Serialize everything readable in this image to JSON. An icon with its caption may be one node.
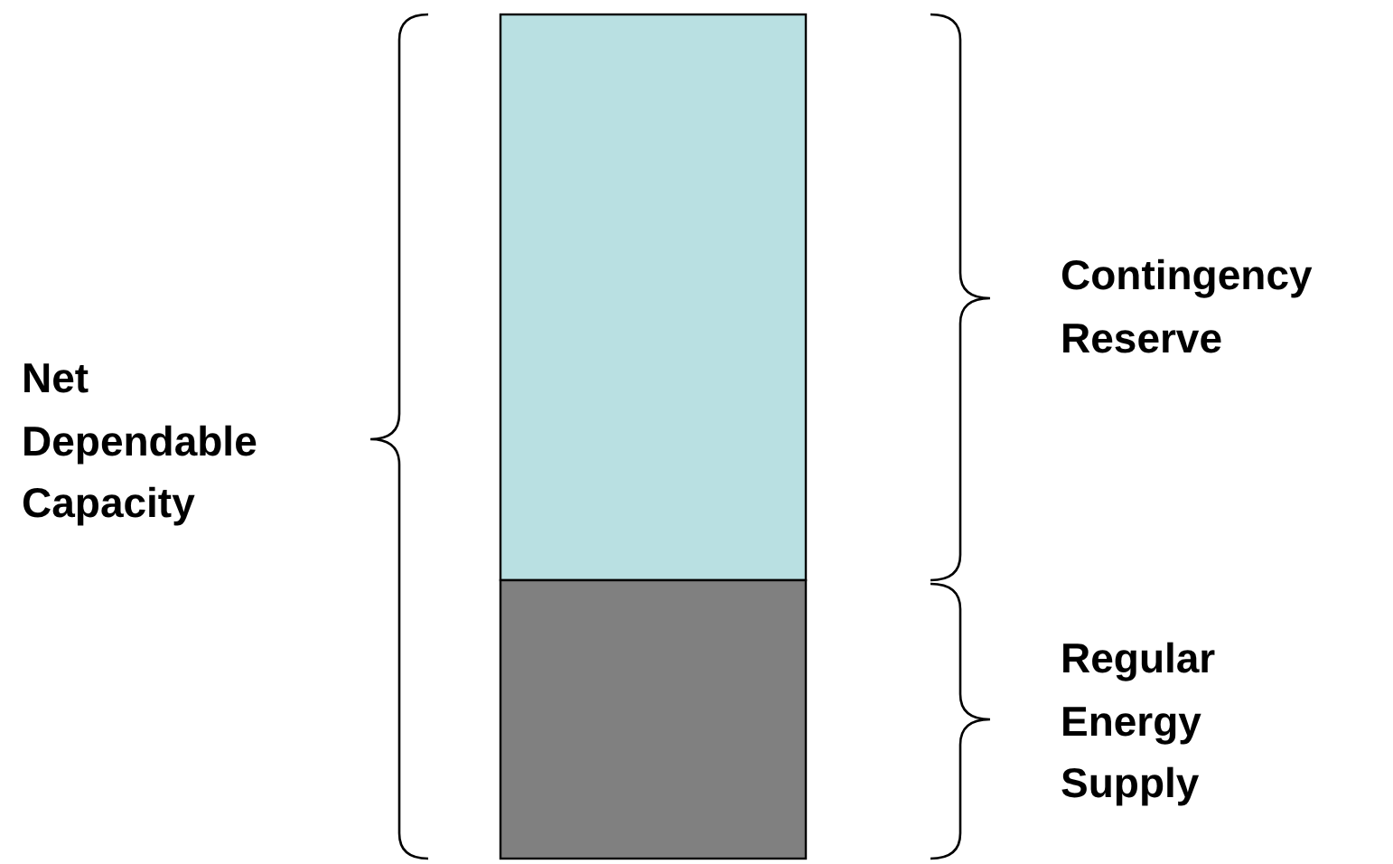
{
  "diagram": {
    "nodes": [
      {
        "text": [],
        "shape": "bar"
      },
      {
        "text": [],
        "shape": "bar"
      }
    ],
    "labels": [
      "Net Dependable Capacity",
      "Contingency Reserve",
      "Regular Energy Supply"
    ]
  }
}
